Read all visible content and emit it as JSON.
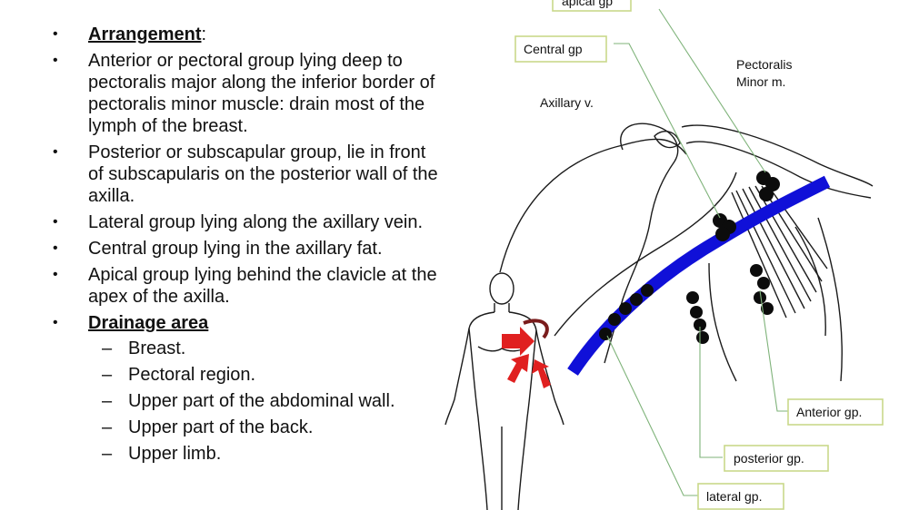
{
  "text": {
    "arrangement_heading": "Arrangement",
    "arrangement_colon": ":",
    "bullets": [
      "Anterior or pectoral group lying deep to pectoralis major along the inferior border of pectoralis minor muscle: drain most of the lymph of the breast.",
      "Posterior or subscapular group, lie in front of subscapularis on the posterior wall of the axilla.",
      "Lateral group lying along the axillary vein.",
      "Central group lying in the axillary fat.",
      "Apical group lying behind the clavicle at the apex of the axilla."
    ],
    "drainage_heading": "Drainage area",
    "drainage_items": [
      "Breast.",
      "Pectoral region.",
      "Upper part of the abdominal wall.",
      "Upper part of the back.",
      "Upper limb."
    ]
  },
  "figure": {
    "labels": {
      "apical": "apical gp",
      "central": "Central gp",
      "axillary_vein": "Axillary v.",
      "pectoralis_line1": "Pectoralis",
      "pectoralis_line2": "Minor m.",
      "anterior": "Anterior gp.",
      "posterior": "posterior gp.",
      "lateral": "lateral gp."
    },
    "colors": {
      "vein": "#1010d8",
      "nodes": "#0c0c0c",
      "arrows": "#e02020",
      "label_border": "#c9d98a",
      "leader_lines": "#7fb37a"
    }
  }
}
